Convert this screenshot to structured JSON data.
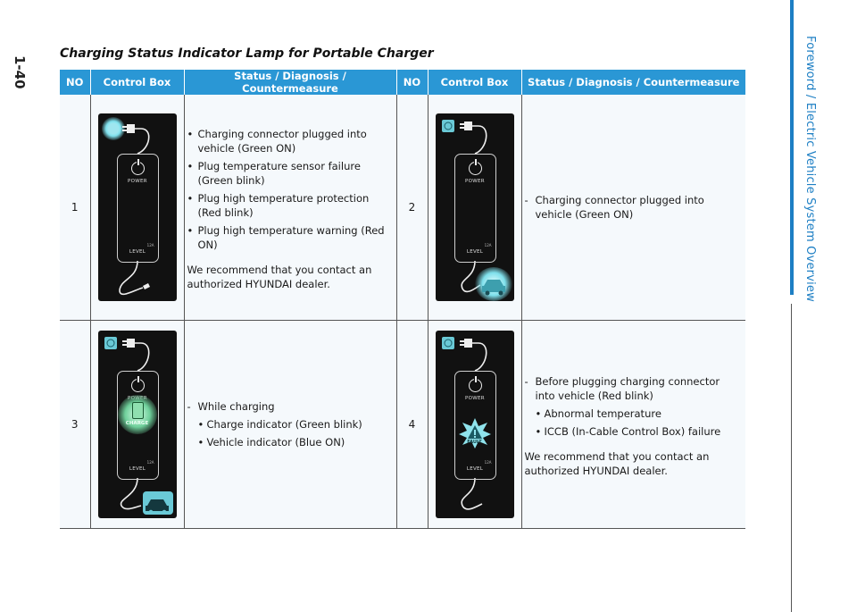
{
  "page_number": "1-40",
  "section_title": "Foreword / Electric Vehicle System Overview",
  "heading": "Charging Status Indicator Lamp for Portable Charger",
  "table": {
    "headers": [
      "NO",
      "Control Box",
      "Status / Diagnosis / Countermeasure",
      "NO",
      "Control Box",
      "Status / Diagnosis / Countermeasure"
    ]
  },
  "entries": {
    "1": {
      "no": "1",
      "items": [
        "Charging connector plugged into vehicle (Green ON)",
        "Plug temperature sensor failure (Green blink)",
        "Plug high temperature protection (Red blink)",
        "Plug high temperature warning (Red ON)"
      ],
      "note": "We recommend that you contact an authorized HYUNDAI dealer."
    },
    "2": {
      "no": "2",
      "dash": "Charging connector plugged into vehicle (Green ON)"
    },
    "3": {
      "no": "3",
      "dash": "While charging",
      "subs": [
        "Charge indicator (Green blink)",
        "Vehicle indicator (Blue ON)"
      ]
    },
    "4": {
      "no": "4",
      "dash": "Before plugging charging connector into vehicle (Red blink)",
      "subs": [
        "Abnormal temperature",
        "ICCB (In-Cable Control Box) failure"
      ],
      "note": "We recommend that you contact an authorized HYUNDAI dealer."
    }
  },
  "device": {
    "power_label": "POWER",
    "level_label": "LEVEL",
    "amp_label": "12A",
    "charge_label": "CHARGE",
    "fault_label": "FAULT"
  },
  "colors": {
    "header_bg": "#2a97d5",
    "section_blue": "#1d7fc4",
    "indicator_teal": "#6ac9d6"
  },
  "icons": [
    "plug-icon",
    "power-icon",
    "car-icon",
    "battery-charge-icon",
    "fault-warning-icon"
  ]
}
